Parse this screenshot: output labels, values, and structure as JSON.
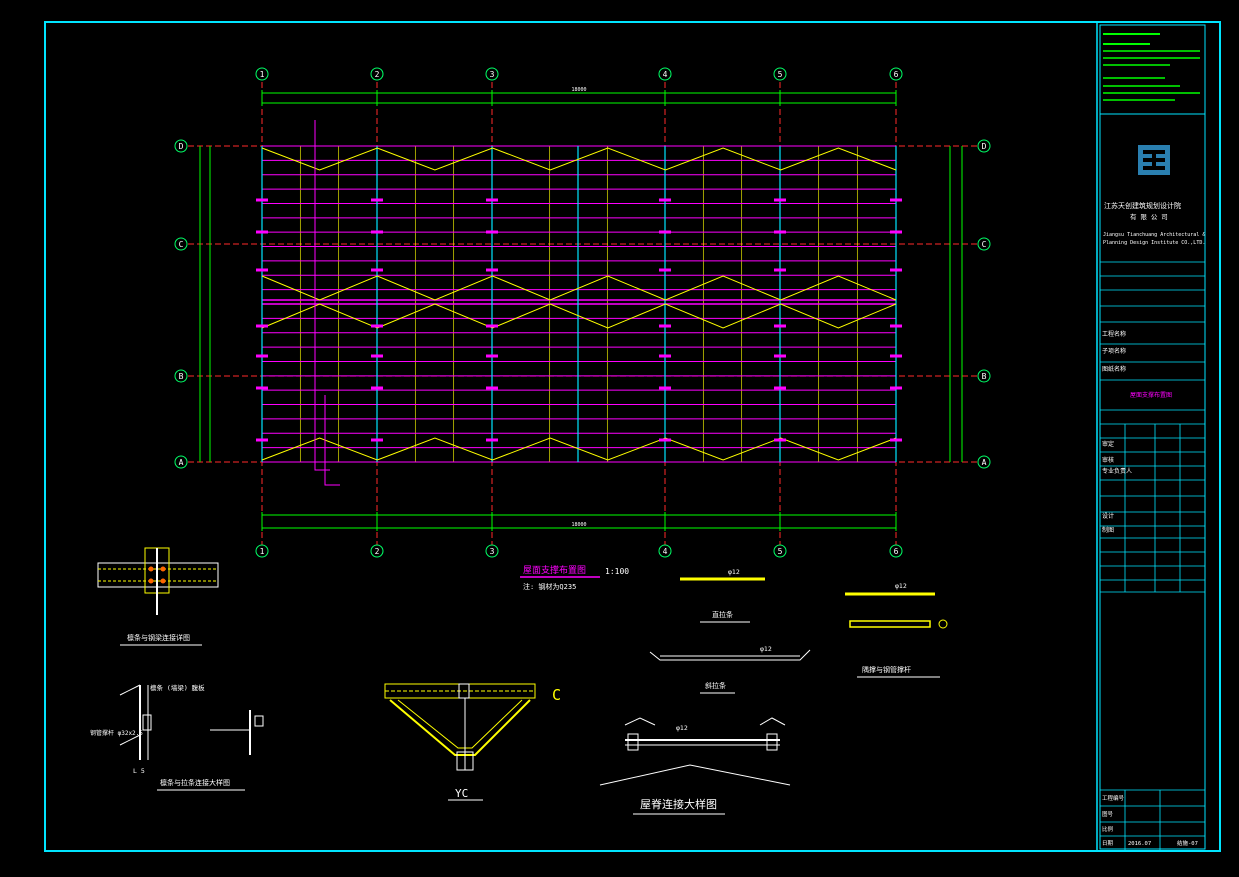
{
  "drawing": {
    "grid_cols": [
      "1",
      "2",
      "3",
      "4",
      "5",
      "6"
    ],
    "grid_rows": [
      "D",
      "C",
      "B",
      "A"
    ],
    "overall_dim": "18000",
    "plan_title": "屋面支撑布置图",
    "plan_scale": "1:100",
    "plan_note": "注: 钢材为Q235",
    "detail_labels": {
      "purlin_beam_detail": "檩条与钢梁连接详图",
      "rod_bar": "直拉条",
      "inclined_bar": "斜拉条",
      "brace_pipe": "隅撑与钢管撑杆",
      "purlin_support_detail": "檩条与拉条连接大样图",
      "yc_label": "YC",
      "ridge_detail": "屋脊连接大样图",
      "phi12": "φ12",
      "pipe_label": "钢管撑杆 φ32x2.5",
      "purlin_label": "檩条 (墙梁) 腹板",
      "l5": "L 5"
    }
  },
  "title_block": {
    "firm_cn": "江苏天创建筑规划设计院",
    "firm_cn2": "有 限 公 司",
    "firm_en1": "Jiangsu Tianchuang Architectural &",
    "firm_en2": "Planning Design Institute CO.,LTD.",
    "rows": [
      "工程名称",
      "子项名称",
      "图纸名称",
      "审定",
      "审核",
      "专业负责人",
      "设计",
      "制图"
    ],
    "drawing_name": "屋面支撑布置图",
    "bottom_rows": [
      "工程编号",
      "图号",
      "比例",
      "日期"
    ],
    "date": "2016.07",
    "sheet_no": "结施-07"
  },
  "colors": {
    "border": "#00e5ff",
    "purlin": "#ff00ff",
    "brace": "#ffff00",
    "axis": "#ff2a2a",
    "dim": "#00ff00",
    "bubble": "#00ff66",
    "white": "#ffffff",
    "cyan_mid": "#00e5ff"
  }
}
